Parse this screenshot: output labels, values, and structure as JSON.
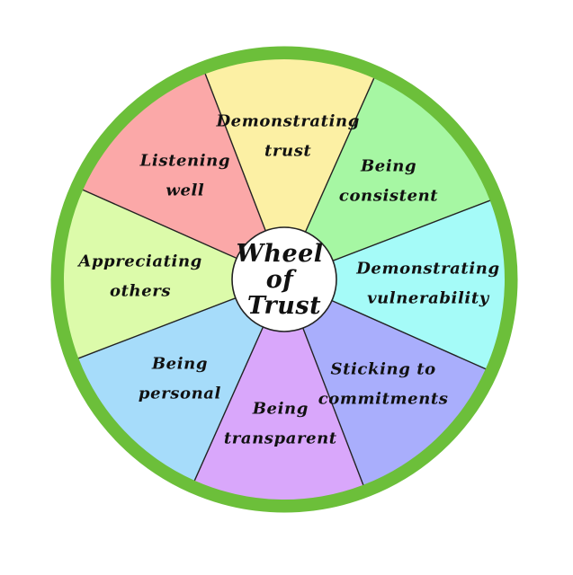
{
  "center": {
    "lines": [
      "Wheel",
      "of",
      "Trust"
    ]
  },
  "colors": {
    "rim": "#6cbf3a",
    "divider": "#222222",
    "center_fill": "#ffffff"
  },
  "segments": [
    {
      "lines": [
        "Demonstrating",
        "trust"
      ],
      "color": "#fcf0a4"
    },
    {
      "lines": [
        "Being",
        "consistent"
      ],
      "color": "#a6f7a3"
    },
    {
      "lines": [
        "Demonstrating",
        "vulnerability"
      ],
      "color": "#a5fbf8"
    },
    {
      "lines": [
        "Sticking to",
        "commitments"
      ],
      "color": "#a9aefc"
    },
    {
      "lines": [
        "Being",
        "transparent"
      ],
      "color": "#d9a7fb"
    },
    {
      "lines": [
        "Being",
        "personal"
      ],
      "color": "#a6dcfa"
    },
    {
      "lines": [
        "Appreciating",
        "others"
      ],
      "color": "#dcfbaa"
    },
    {
      "lines": [
        "Listening",
        "well"
      ],
      "color": "#fba8a8"
    }
  ]
}
